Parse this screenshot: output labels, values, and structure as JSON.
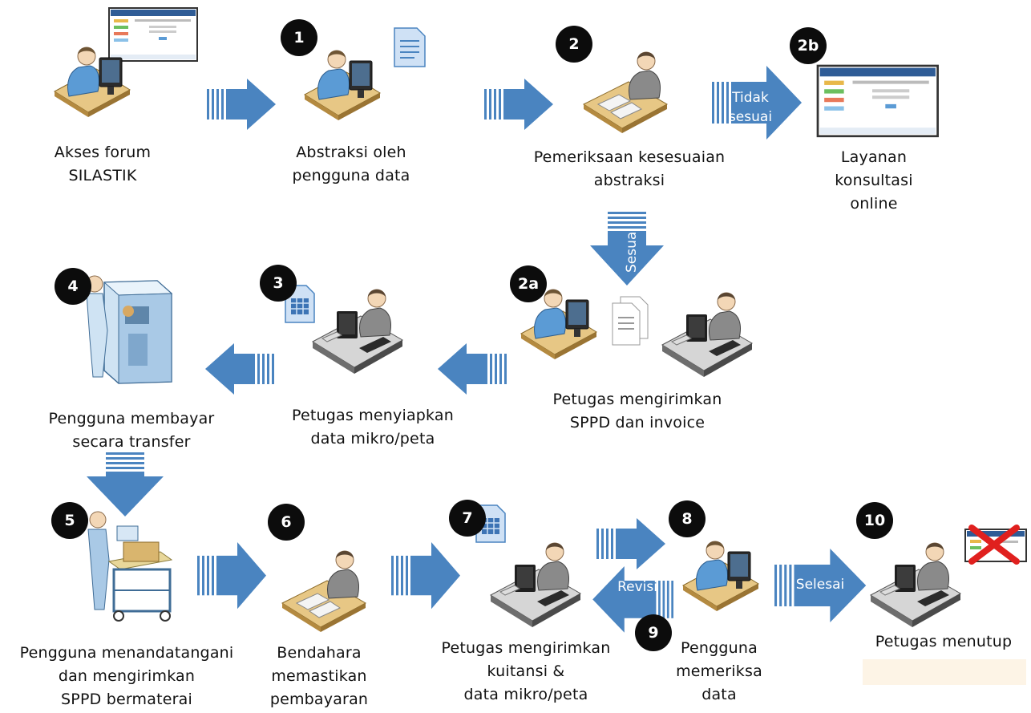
{
  "colors": {
    "arrow": "#4a84c0",
    "badge": "#0c0c0c",
    "user_shirt": "#5b9bd5",
    "staff_gray": "#8a8a8a",
    "desk": "#e8c98a"
  },
  "steps": {
    "s0": {
      "badge": "",
      "label": "Akses forum\nSILASTIK"
    },
    "s1": {
      "badge": "1",
      "label": "Abstraksi oleh\npengguna data"
    },
    "s2": {
      "badge": "2",
      "label": "Pemeriksaan kesesuaian\nabstraksi"
    },
    "s2b": {
      "badge": "2b",
      "label": "Layanan\nkonsultasi\nonline"
    },
    "s2a": {
      "badge": "2a",
      "label": "Petugas mengirimkan\nSPPD dan invoice"
    },
    "s3": {
      "badge": "3",
      "label": "Petugas menyiapkan\ndata mikro/peta"
    },
    "s4": {
      "badge": "4",
      "label": "Pengguna membayar\nsecara transfer"
    },
    "s5": {
      "badge": "5",
      "label": "Pengguna menandatangani\ndan mengirimkan\nSPPD bermaterai"
    },
    "s6": {
      "badge": "6",
      "label": "Bendahara\nmemastikan\npembayaran"
    },
    "s7": {
      "badge": "7",
      "label": "Petugas mengirimkan\nkuitansi &\ndata mikro/peta"
    },
    "s8": {
      "badge": "8",
      "label": "Pengguna\nmemeriksa\ndata"
    },
    "s9": {
      "badge": "9"
    },
    "s10": {
      "badge": "10",
      "label": "Petugas menutup"
    }
  },
  "arrow_labels": {
    "tidak_sesuai": "Tidak\nsesuai",
    "sesuai": "Sesuai",
    "revisi": "Revisi",
    "selesai": "Selesai"
  },
  "icons": [
    "user-at-computer-icon",
    "staff-at-computer-icon",
    "document-icon",
    "spreadsheet-icon",
    "website-screenshot-icon",
    "atm-machine-icon",
    "mail-cart-icon",
    "close-x-icon"
  ]
}
